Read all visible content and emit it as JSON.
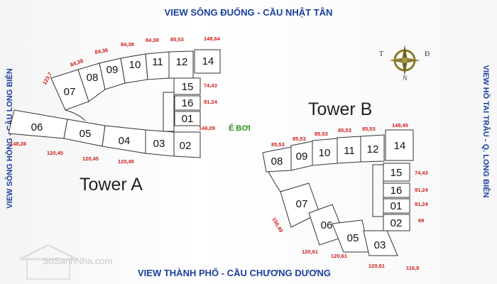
{
  "views": {
    "top": "VIEW SÔNG ĐUỐNG - CẦU NHẬT TÂN",
    "bottom": "VIEW THÀNH PHỐ - CẦU CHƯƠNG DƯƠNG",
    "left": "VIEW SÔNG HỒNG - CẦU LONG BIÊN",
    "right": "VIEW HỒ TAI TRÂU - Q. LONG BIÊN"
  },
  "towers": {
    "a": {
      "title": "Tower A",
      "units": [
        "06",
        "05",
        "04",
        "03",
        "02",
        "07",
        "08",
        "09",
        "10",
        "11",
        "12",
        "14",
        "15",
        "16",
        "01"
      ],
      "areas": [
        "148,28",
        "120,45",
        "120,45",
        "120,45",
        "146,09",
        "123,7",
        "84,38",
        "84,36",
        "84,38",
        "84,38",
        "85,53",
        "148,64",
        "74,43",
        "91,24"
      ]
    },
    "b": {
      "title": "Tower B",
      "units": [
        "08",
        "09",
        "10",
        "11",
        "12",
        "14",
        "15",
        "16",
        "01",
        "02",
        "07",
        "06",
        "05",
        "03"
      ],
      "areas": [
        "85,53",
        "85,53",
        "85,53",
        "85,53",
        "85,53",
        "148,45",
        "74,43",
        "91,24",
        "91,24",
        "69",
        "150,49",
        "120,61",
        "120,61",
        "120,61",
        "116,9"
      ]
    }
  },
  "pool_label": "Ể BƠI",
  "compass": {
    "letters": [
      "T",
      "Đ",
      "N"
    ],
    "icon": "compass-rose-icon"
  },
  "watermark": {
    "text": "SoSanhNha.com",
    "icon": "house-watermark-icon"
  },
  "colors": {
    "view_text": "#1a3f9c",
    "area_text": "#d21a1a",
    "unit_stroke": "#333333",
    "pool_text": "#2d8d1f"
  }
}
